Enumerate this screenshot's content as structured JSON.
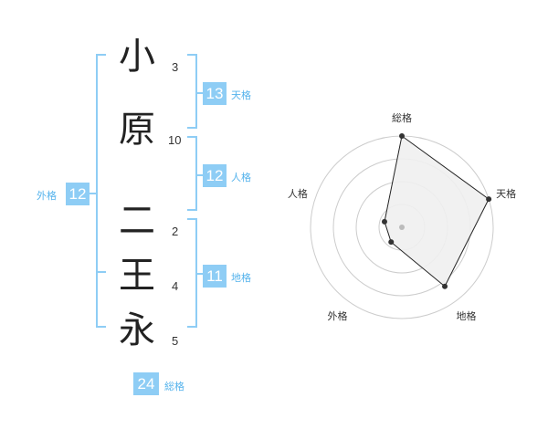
{
  "name": {
    "chars": [
      {
        "char": "小",
        "strokes": "3"
      },
      {
        "char": "原",
        "strokes": "10"
      },
      {
        "char": "二",
        "strokes": "2"
      },
      {
        "char": "王",
        "strokes": "4"
      },
      {
        "char": "永",
        "strokes": "5"
      }
    ]
  },
  "fortunes": {
    "tenkaku": {
      "value": "13",
      "label": "天格"
    },
    "jinkaku": {
      "value": "12",
      "label": "人格"
    },
    "chikaku": {
      "value": "11",
      "label": "地格"
    },
    "gaikaku": {
      "value": "12",
      "label": "外格"
    },
    "soukaku": {
      "value": "24",
      "label": "総格"
    }
  },
  "colors": {
    "accent": "#8ecdf5",
    "accent_text": "#55b3ec",
    "bracket": "#8ecdf5",
    "polygon_fill": "#f0f0f0",
    "polygon_stroke": "#222222",
    "grid": "#cccccc"
  },
  "chart_data": {
    "type": "radar",
    "axes": [
      "総格",
      "天格",
      "地格",
      "外格",
      "人格"
    ],
    "values": [
      5,
      5,
      4,
      1,
      1
    ],
    "max": 5,
    "rings": 4
  }
}
